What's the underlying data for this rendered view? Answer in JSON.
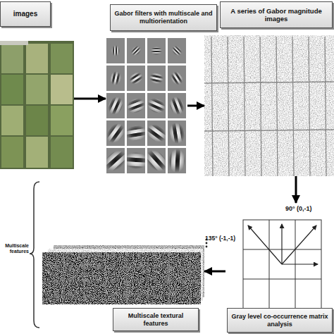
{
  "diagram": {
    "nodes": [
      {
        "text": [
          "images"
        ]
      },
      {
        "text": [
          "Gabor filters with multiscale and multiorientation"
        ]
      },
      {
        "text": [
          "A series of Gabor magnitude images"
        ]
      },
      {
        "text": [
          "Gray level co-occurrence matrix analysis"
        ]
      },
      {
        "text": [
          "Multiscale textural features"
        ]
      }
    ],
    "edges": [
      {
        "from": 0,
        "to": 1,
        "arrow": "to"
      },
      {
        "from": 1,
        "to": 2,
        "arrow": "to"
      },
      {
        "from": 2,
        "to": 3,
        "arrow": "to"
      },
      {
        "from": 3,
        "to": 4,
        "arrow": "to"
      }
    ],
    "labels": [
      "90° (0,-1)",
      "135° (-1,-1)",
      "Multiscale features"
    ]
  }
}
